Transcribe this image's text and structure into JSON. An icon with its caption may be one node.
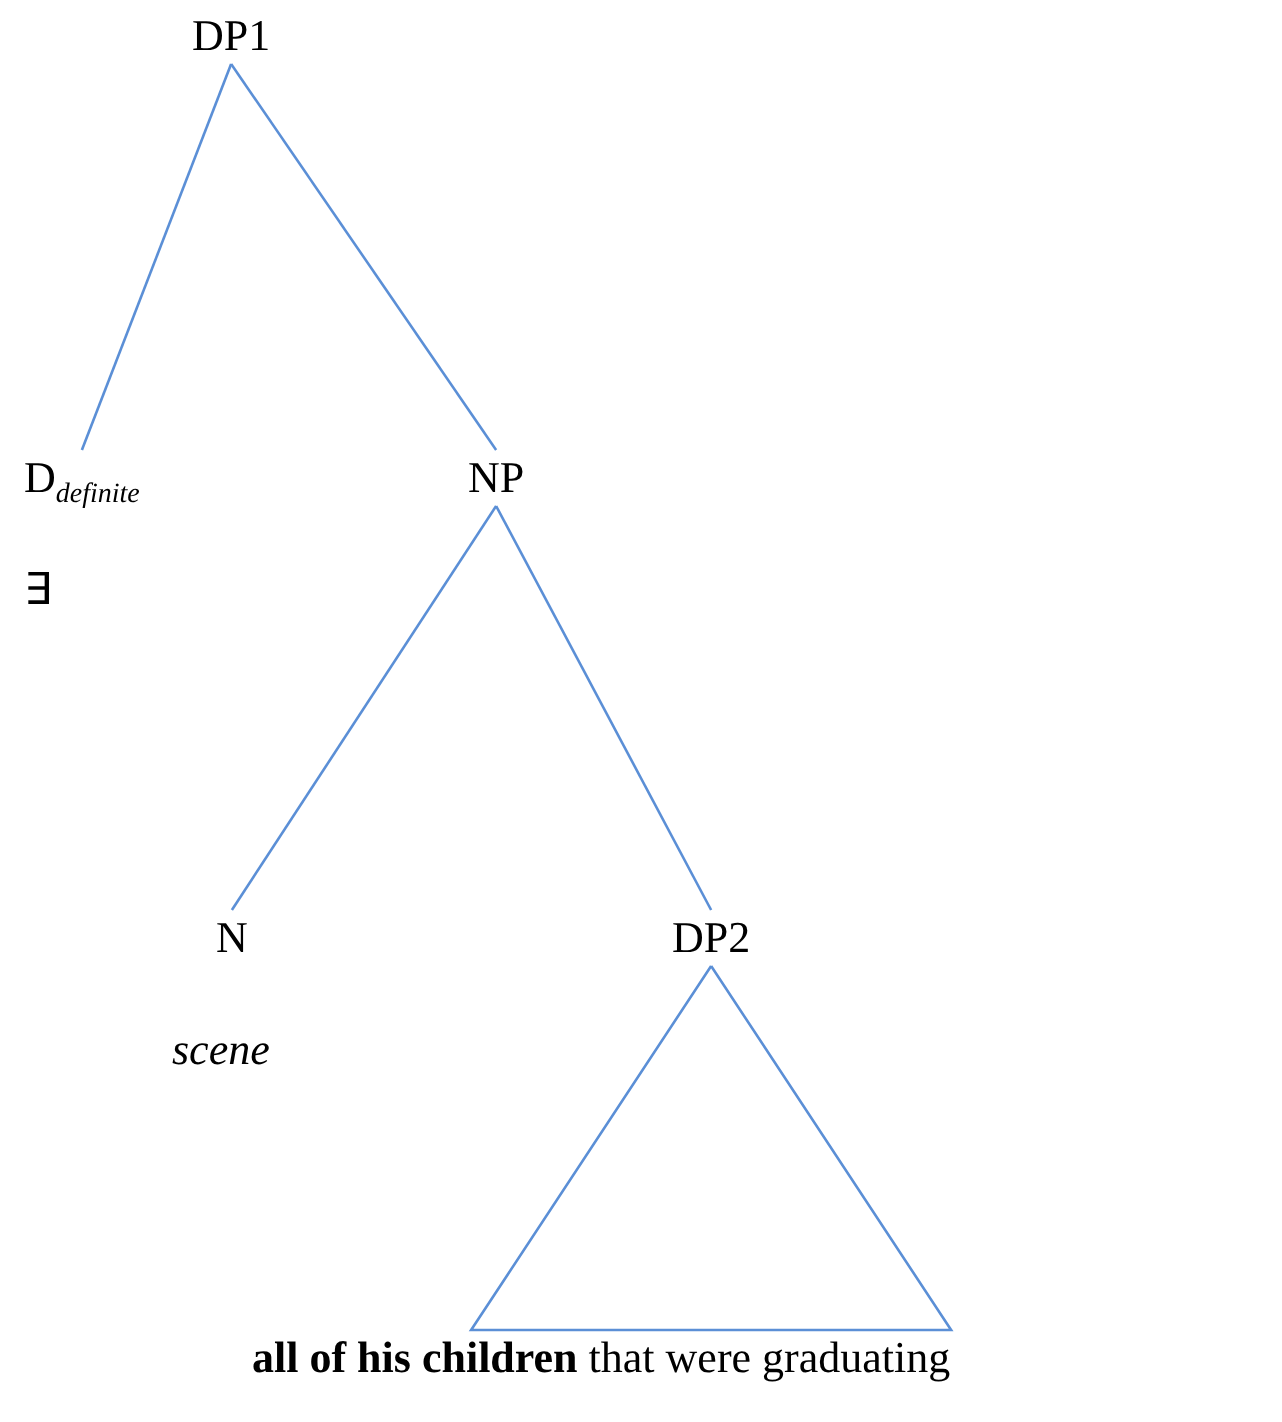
{
  "diagram": {
    "nodes": [
      {
        "text": [
          "DP1"
        ]
      },
      {
        "text": [
          "D$_{definite}$"
        ],
        "beside": [
          "∃"
        ]
      },
      {
        "text": [
          "NP"
        ]
      },
      {
        "text": [
          "N"
        ],
        "beside": [
          "scene"
        ]
      },
      {
        "text": [
          "DP2"
        ]
      },
      {
        "text": [
          "**all of his children** that were graduating"
        ]
      }
    ],
    "edges": [
      {
        "from": 0,
        "to": 1,
        "arrow": "none"
      },
      {
        "from": 0,
        "to": 2,
        "arrow": "none"
      },
      {
        "from": 2,
        "to": 3,
        "arrow": "none"
      },
      {
        "from": 2,
        "to": 4,
        "arrow": "none"
      },
      {
        "from": 4,
        "to": 5,
        "arrow": "none"
      }
    ]
  }
}
